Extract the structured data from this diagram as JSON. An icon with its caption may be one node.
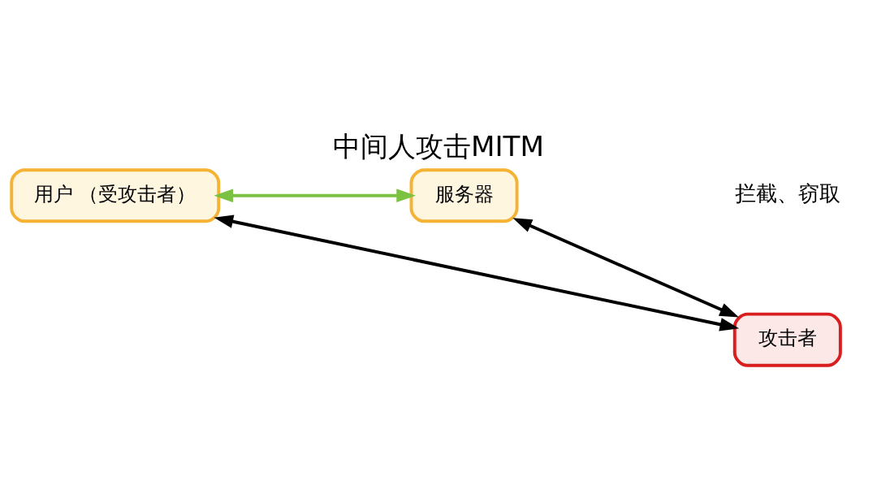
{
  "diagram": {
    "title": "中间人攻击MITM",
    "nodes": [
      {
        "text": [
          "用户 （受攻击者）"
        ]
      },
      {
        "text": [
          "服务器"
        ]
      },
      {
        "text": [
          "攻击者"
        ]
      }
    ],
    "edges": [
      {
        "from": 0,
        "to": 1,
        "arrow": "both",
        "color": "#7cc242"
      },
      {
        "from": 0,
        "to": 2,
        "arrow": "both"
      },
      {
        "from": 1,
        "to": 2,
        "arrow": "both"
      }
    ],
    "labels": [
      "拦截、窃取"
    ]
  }
}
